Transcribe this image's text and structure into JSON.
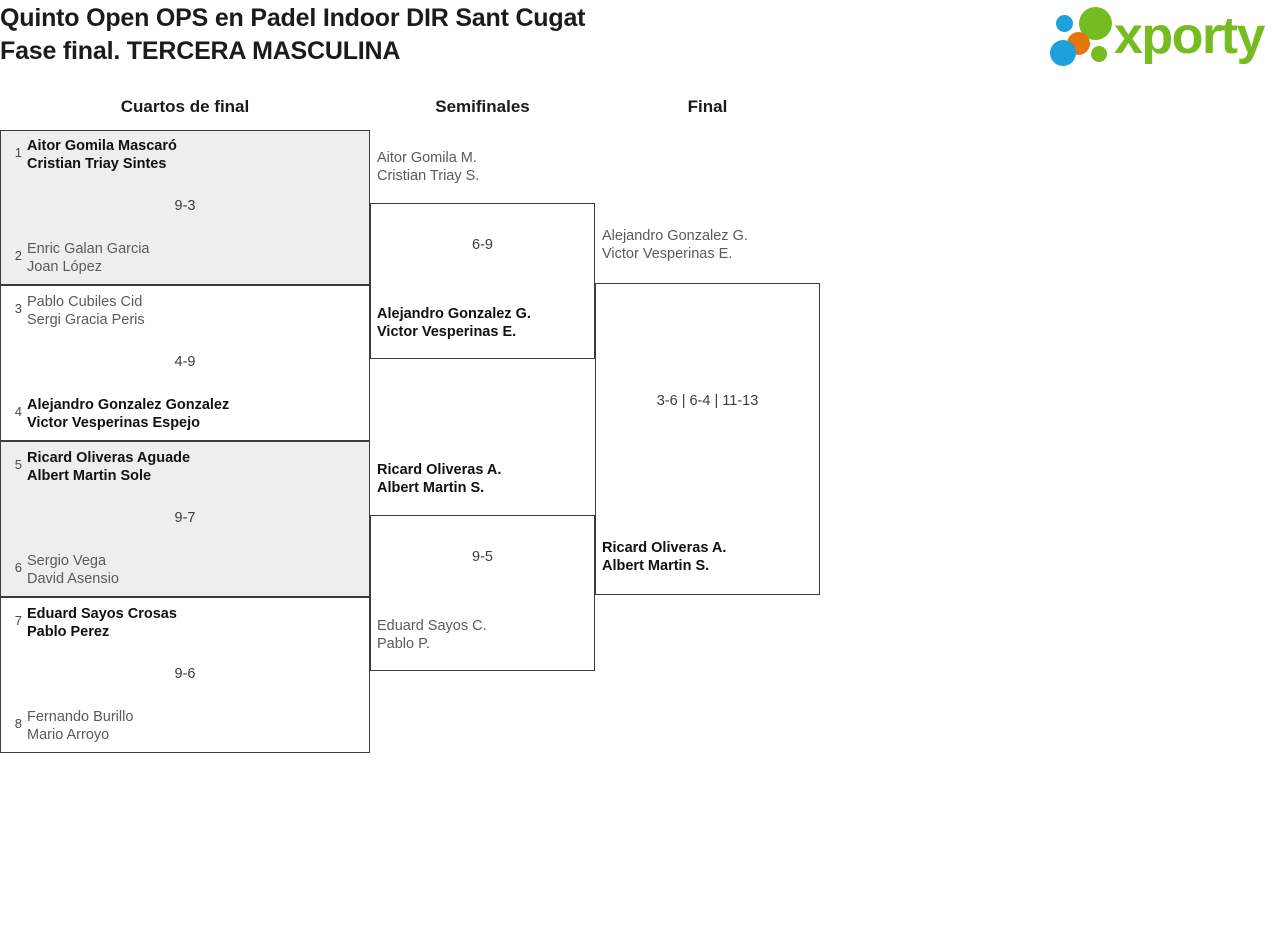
{
  "header": {
    "title_line1": "Quinto Open OPS en Padel Indoor DIR Sant Cugat",
    "title_line2": "Fase final. TERCERA MASCULINA",
    "logo_text": "xporty",
    "logo_colors": {
      "green": "#76bc21",
      "blue": "#1f9fdb",
      "orange": "#e8740c"
    }
  },
  "rounds": [
    {
      "label": "Cuartos de final"
    },
    {
      "label": "Semifinales"
    },
    {
      "label": "Final"
    }
  ],
  "bracket": {
    "quarterfinals": [
      {
        "seed_top": "1",
        "top_line1": "Aitor Gomila Mascaró",
        "top_line2": "Cristian Triay Sintes",
        "seed_bottom": "2",
        "bottom_line1": "Enric Galan Garcia",
        "bottom_line2": "Joan López",
        "score": "9-3",
        "winner": "top"
      },
      {
        "seed_top": "3",
        "top_line1": "Pablo Cubiles Cid",
        "top_line2": "Sergi Gracia Peris",
        "seed_bottom": "4",
        "bottom_line1": "Alejandro Gonzalez Gonzalez",
        "bottom_line2": "Victor Vesperinas Espejo",
        "score": "4-9",
        "winner": "bottom"
      },
      {
        "seed_top": "5",
        "top_line1": "Ricard Oliveras Aguade",
        "top_line2": "Albert Martin Sole",
        "seed_bottom": "6",
        "bottom_line1": "Sergio Vega",
        "bottom_line2": "David Asensio",
        "score": "9-7",
        "winner": "top"
      },
      {
        "seed_top": "7",
        "top_line1": "Eduard Sayos Crosas",
        "top_line2": "Pablo Perez",
        "seed_bottom": "8",
        "bottom_line1": "Fernando Burillo",
        "bottom_line2": "Mario Arroyo",
        "score": "9-6",
        "winner": "top"
      }
    ],
    "semifinals": [
      {
        "top_line1": "Aitor Gomila M.",
        "top_line2": "Cristian Triay S.",
        "bottom_line1": "Alejandro Gonzalez G.",
        "bottom_line2": "Victor Vesperinas E.",
        "score": "6-9",
        "winner": "bottom"
      },
      {
        "top_line1": "Ricard Oliveras A.",
        "top_line2": "Albert Martin S.",
        "bottom_line1": "Eduard Sayos C.",
        "bottom_line2": "Pablo P.",
        "score": "9-5",
        "winner": "top"
      }
    ],
    "final": {
      "top_line1": "Alejandro Gonzalez G.",
      "top_line2": "Victor Vesperinas E.",
      "bottom_line1": "Ricard Oliveras A.",
      "bottom_line2": "Albert Martin S.",
      "score": "3-6 | 6-4 | 11-13",
      "winner": "bottom"
    }
  }
}
